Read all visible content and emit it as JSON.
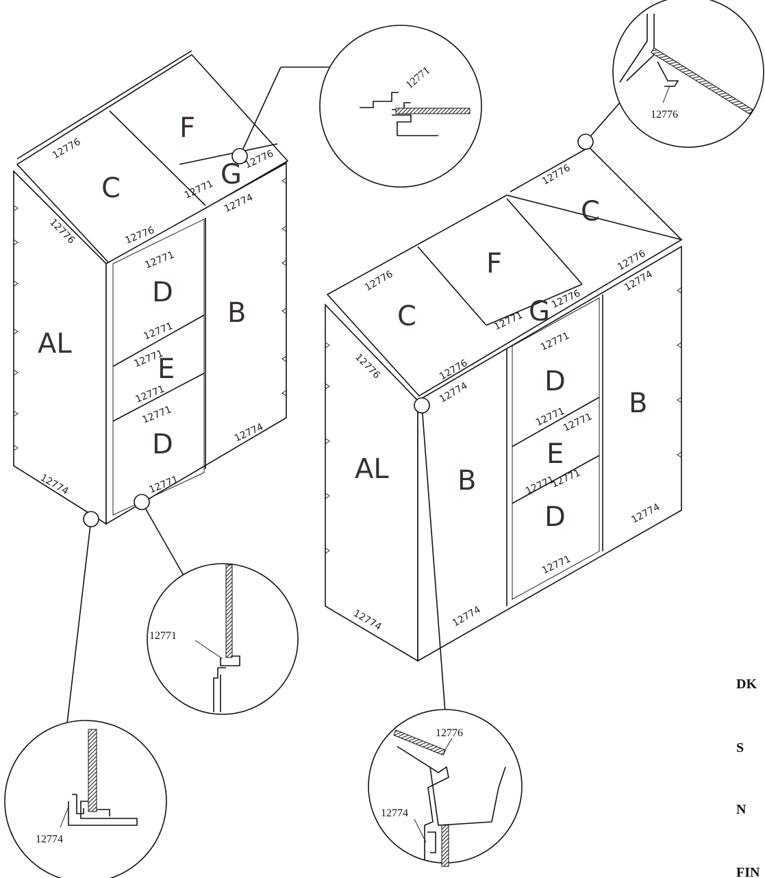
{
  "parts": {
    "p12771": "12771",
    "p12774": "12774",
    "p12776": "12776"
  },
  "panels": {
    "AL": "AL",
    "B": "B",
    "C": "C",
    "D": "D",
    "E": "E",
    "F": "F",
    "G": "G"
  },
  "languages": [
    "DK",
    "S",
    "N",
    "FIN"
  ]
}
